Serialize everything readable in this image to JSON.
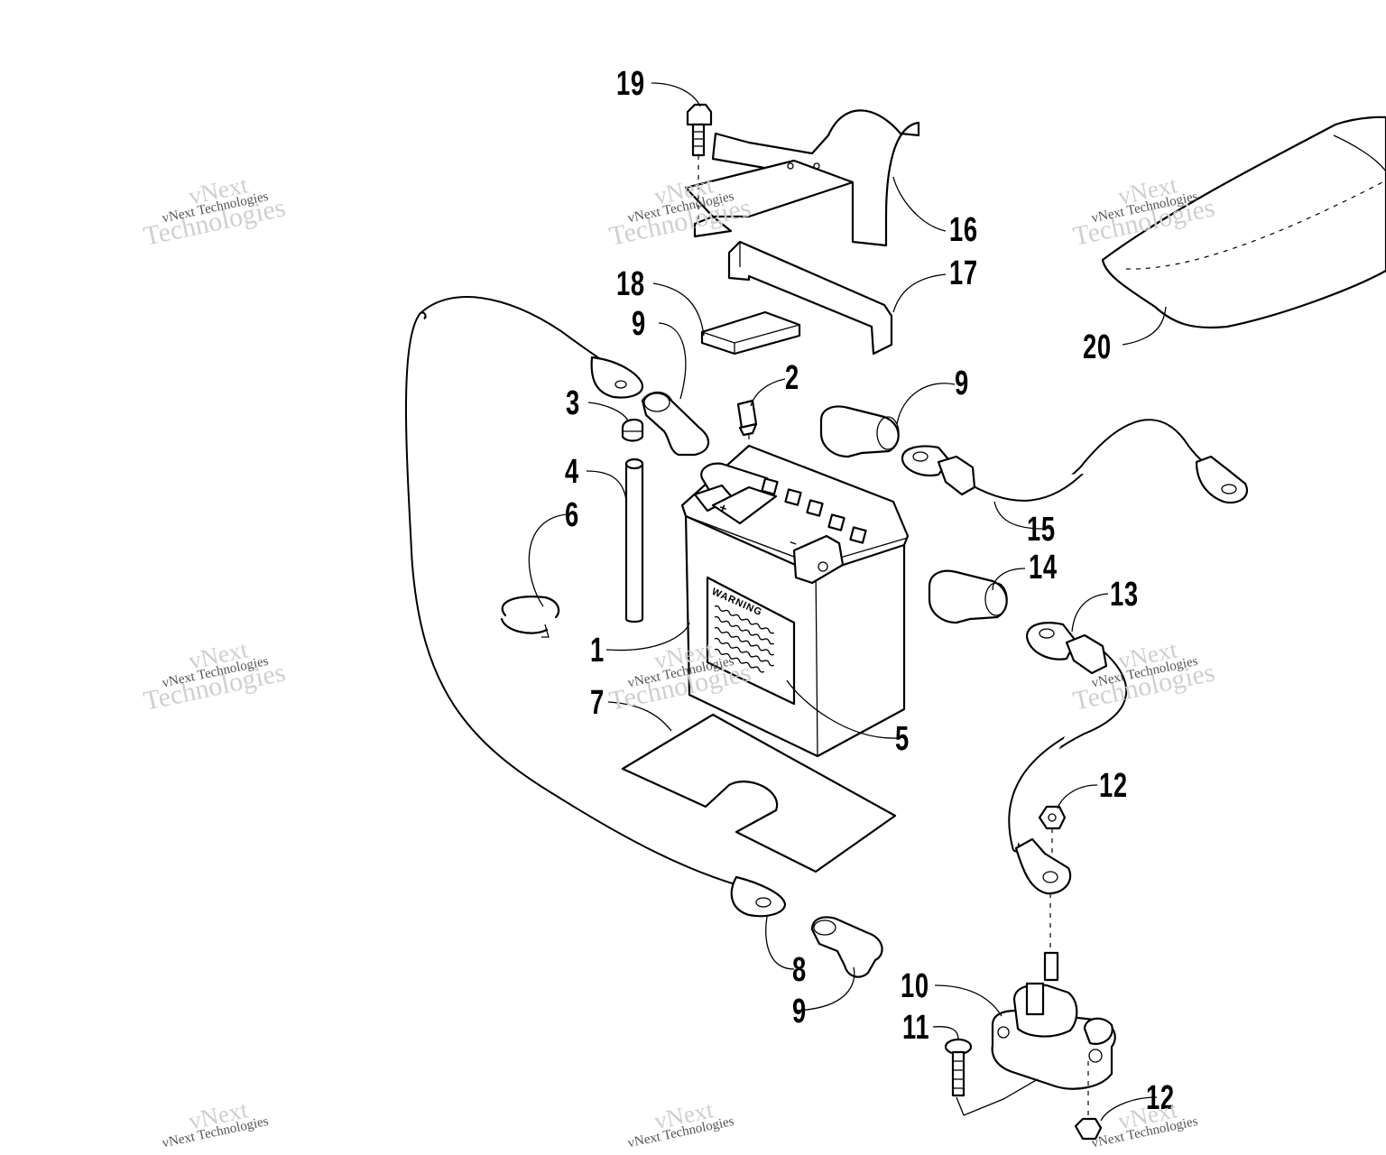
{
  "watermark": {
    "line1": "vNext",
    "line2": "vNext Technologies",
    "line3": "Technologies"
  },
  "battery_label": "WARNING",
  "terminal_plus": "+",
  "terminal_minus": "–",
  "callouts": [
    {
      "id": "19",
      "label": "19"
    },
    {
      "id": "16",
      "label": "16"
    },
    {
      "id": "17",
      "label": "17"
    },
    {
      "id": "18",
      "label": "18"
    },
    {
      "id": "9a",
      "label": "9"
    },
    {
      "id": "20",
      "label": "20"
    },
    {
      "id": "3",
      "label": "3"
    },
    {
      "id": "2",
      "label": "2"
    },
    {
      "id": "9b",
      "label": "9"
    },
    {
      "id": "4",
      "label": "4"
    },
    {
      "id": "6",
      "label": "6"
    },
    {
      "id": "15",
      "label": "15"
    },
    {
      "id": "14",
      "label": "14"
    },
    {
      "id": "13",
      "label": "13"
    },
    {
      "id": "1",
      "label": "1"
    },
    {
      "id": "7",
      "label": "7"
    },
    {
      "id": "5",
      "label": "5"
    },
    {
      "id": "12a",
      "label": "12"
    },
    {
      "id": "8",
      "label": "8"
    },
    {
      "id": "9c",
      "label": "9"
    },
    {
      "id": "10",
      "label": "10"
    },
    {
      "id": "11",
      "label": "11"
    },
    {
      "id": "12b",
      "label": "12"
    }
  ]
}
